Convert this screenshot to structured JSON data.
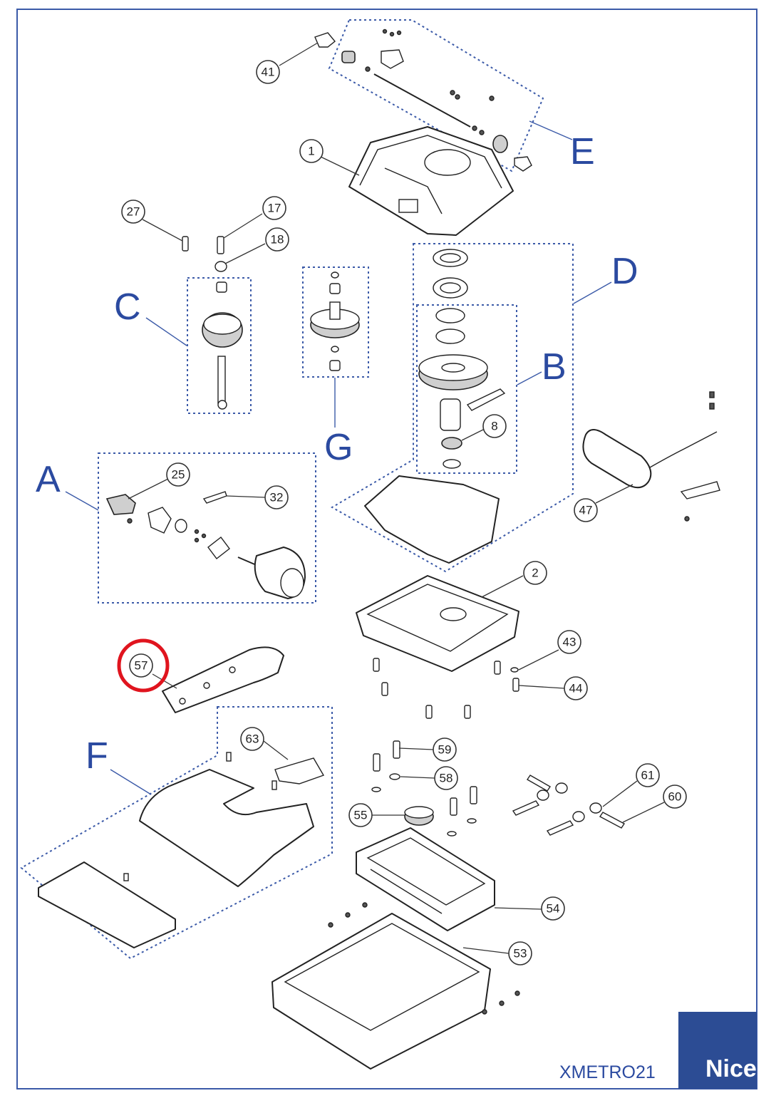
{
  "groups": {
    "A": "A",
    "B": "B",
    "C": "C",
    "D": "D",
    "E": "E",
    "F": "F",
    "G": "G"
  },
  "callouts": {
    "c1": "1",
    "c2": "2",
    "c8": "8",
    "c17": "17",
    "c18": "18",
    "c25": "25",
    "c27": "27",
    "c32": "32",
    "c41": "41",
    "c43": "43",
    "c44": "44",
    "c47": "47",
    "c53": "53",
    "c54": "54",
    "c55": "55",
    "c57": "57",
    "c58": "58",
    "c59": "59",
    "c60": "60",
    "c61": "61",
    "c63": "63"
  },
  "footer": {
    "model_code": "XMETRO21",
    "brand_logo": "Nice"
  },
  "colors": {
    "frame": "#3b5aa8",
    "group_letters": "#2b4aa0",
    "highlight_circle": "#e0141e",
    "logo_background": "#2c4c94"
  }
}
